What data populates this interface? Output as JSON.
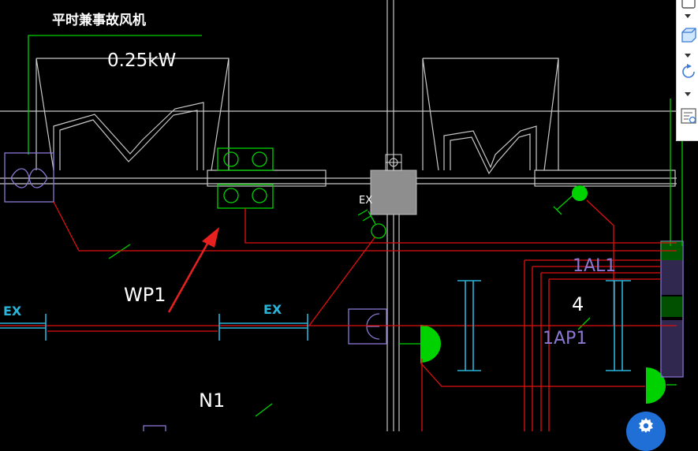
{
  "drawing": {
    "colors": {
      "background": "#000000",
      "wall": "#c8c8c8",
      "green": "#00d200",
      "red": "#e01010",
      "cyan": "#2ab4d8",
      "purple": "#8c78d2",
      "white": "#ffffff",
      "arrow": "#e82020"
    },
    "labels": {
      "fan_title": "平时兼事故风机",
      "fan_power": "0.25kW",
      "wp1": "WP1",
      "ex_left": "EX",
      "ex_mid": "EX",
      "ex_small": "EX",
      "n1": "N1",
      "al1": "1AL1",
      "ap1": "1AP1",
      "num_4": "4"
    }
  },
  "toolbar": {
    "icons": [
      "square-icon",
      "chevron-down-icon",
      "cube-icon",
      "chevron-down-icon",
      "rotate-icon",
      "chevron-down-icon",
      "properties-icon"
    ]
  },
  "fab": {
    "icon": "gear-icon"
  }
}
